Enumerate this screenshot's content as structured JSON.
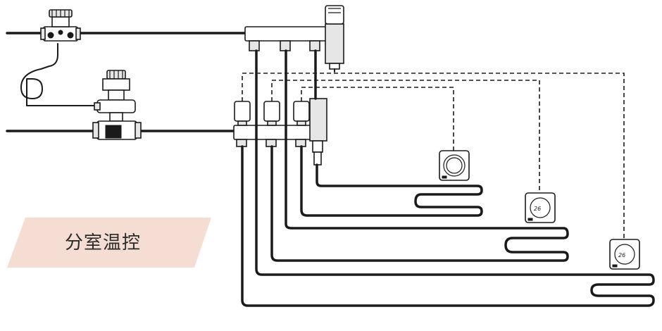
{
  "label": {
    "text": "分室温控"
  },
  "colors": {
    "banner": "#f6ddd3",
    "line": "#1a1a1a"
  },
  "thermostats": [
    {
      "name": "round-dial-thermostat",
      "display": ""
    },
    {
      "name": "digital-thermostat-1",
      "display": "26"
    },
    {
      "name": "digital-thermostat-2",
      "display": "26"
    }
  ]
}
